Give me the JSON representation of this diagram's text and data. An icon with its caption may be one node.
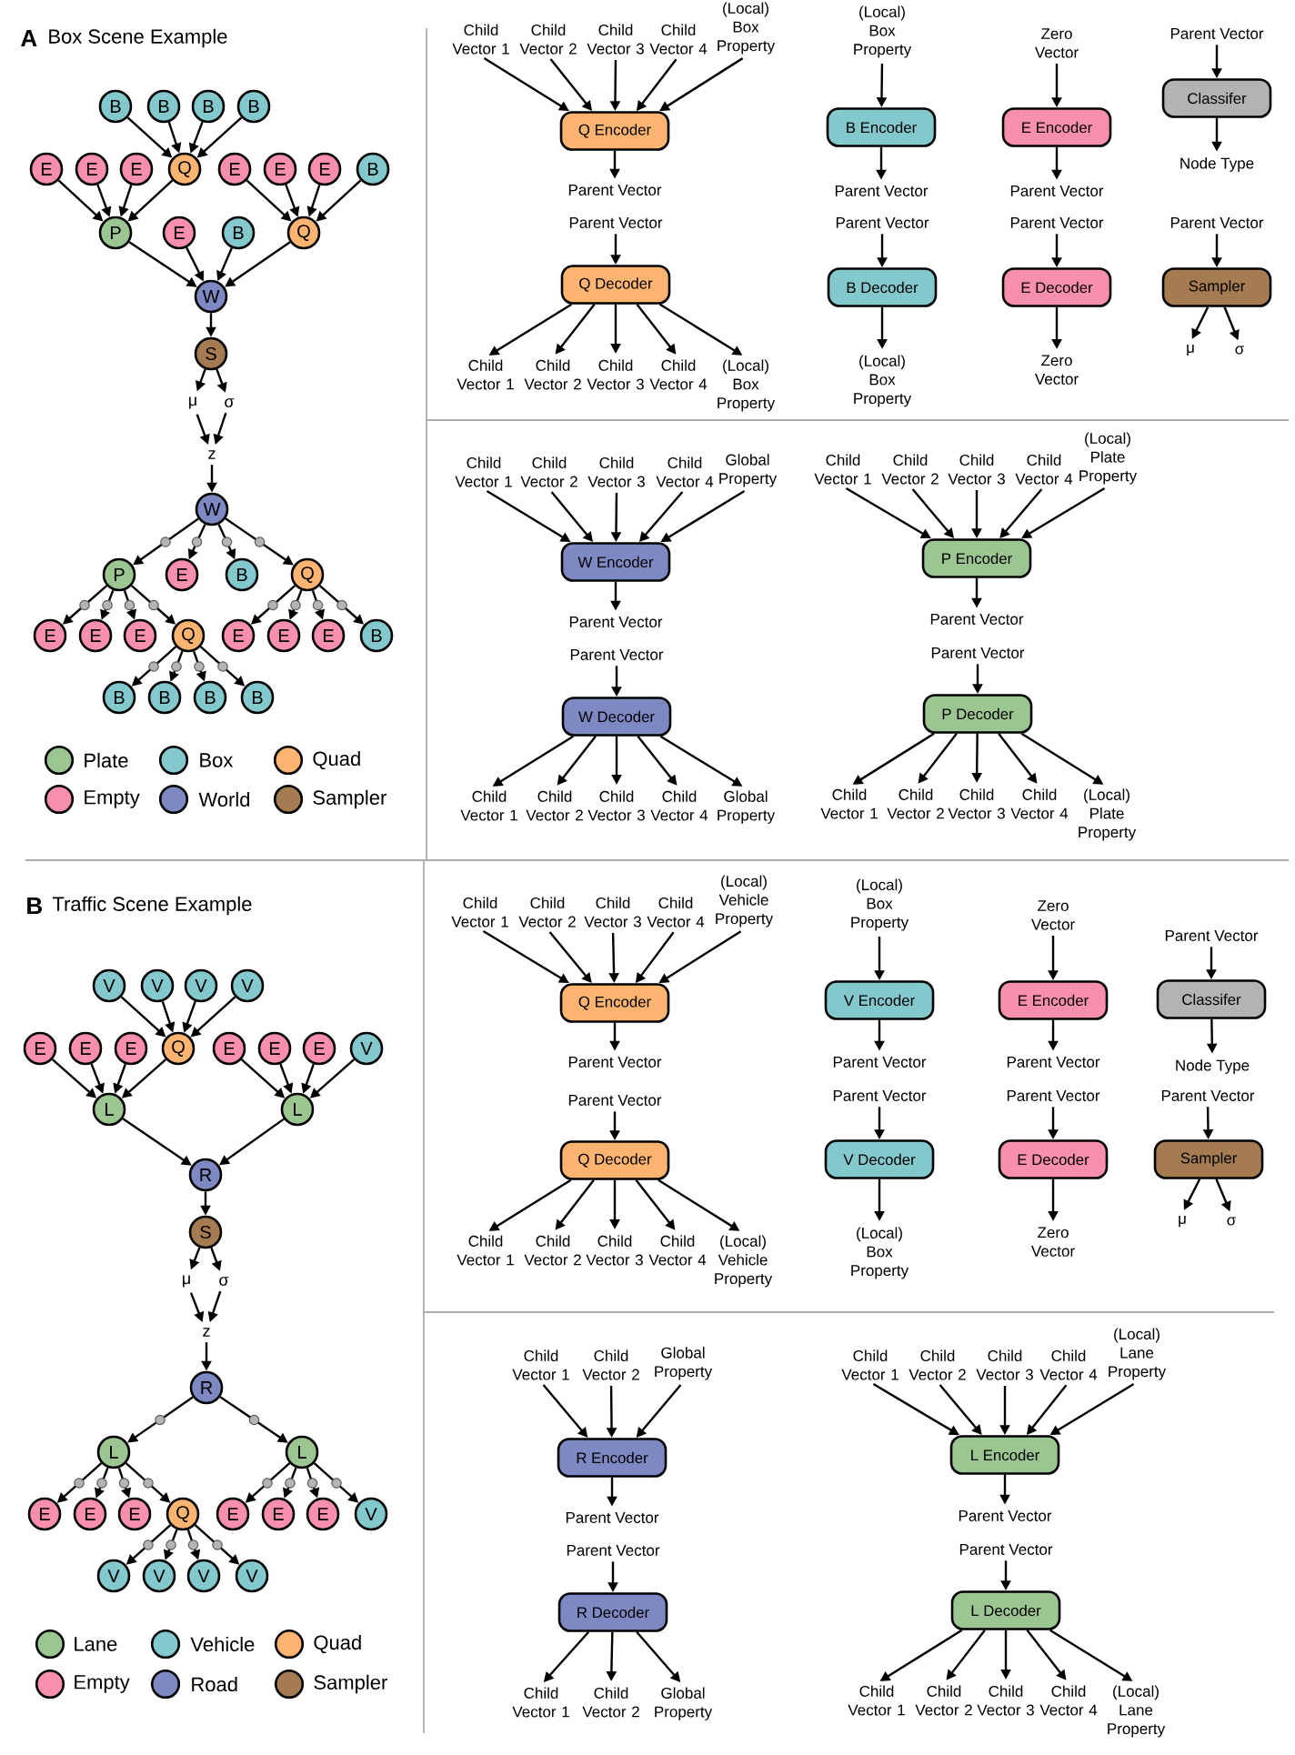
{
  "diagram": {
    "labels": [
      "A",
      "Box Scene Example",
      "B",
      "Traffic Scene Example"
    ],
    "nodes": [
      {
        "text": [
          "B"
        ]
      },
      {
        "text": [
          "B"
        ]
      },
      {
        "text": [
          "B"
        ]
      },
      {
        "text": [
          "B"
        ]
      },
      {
        "text": [
          "E"
        ]
      },
      {
        "text": [
          "E"
        ]
      },
      {
        "text": [
          "E"
        ]
      },
      {
        "text": [
          "Q"
        ]
      },
      {
        "text": [
          "E"
        ]
      },
      {
        "text": [
          "E"
        ]
      },
      {
        "text": [
          "E"
        ]
      },
      {
        "text": [
          "B"
        ]
      },
      {
        "text": [
          "P"
        ]
      },
      {
        "text": [
          "E"
        ]
      },
      {
        "text": [
          "B"
        ]
      },
      {
        "text": [
          "Q"
        ]
      },
      {
        "text": [
          "W"
        ]
      },
      {
        "text": [
          "S"
        ]
      },
      {
        "text": [
          "μ"
        ]
      },
      {
        "text": [
          "σ"
        ]
      },
      {
        "text": [
          "z"
        ]
      },
      {
        "text": [
          "W"
        ]
      },
      {
        "text": [
          "P"
        ]
      },
      {
        "text": [
          "E"
        ]
      },
      {
        "text": [
          "B"
        ]
      },
      {
        "text": [
          "Q"
        ]
      },
      {
        "text": [
          "E"
        ]
      },
      {
        "text": [
          "E"
        ]
      },
      {
        "text": [
          "E"
        ]
      },
      {
        "text": [
          "Q"
        ]
      },
      {
        "text": [
          "E"
        ]
      },
      {
        "text": [
          "E"
        ]
      },
      {
        "text": [
          "E"
        ]
      },
      {
        "text": [
          "B"
        ]
      },
      {
        "text": [
          "B"
        ]
      },
      {
        "text": [
          "B"
        ]
      },
      {
        "text": [
          "B"
        ]
      },
      {
        "text": [
          "B"
        ]
      },
      {
        "text": [
          "V"
        ]
      },
      {
        "text": [
          "V"
        ]
      },
      {
        "text": [
          "V"
        ]
      },
      {
        "text": [
          "V"
        ]
      },
      {
        "text": [
          "E"
        ]
      },
      {
        "text": [
          "E"
        ]
      },
      {
        "text": [
          "E"
        ]
      },
      {
        "text": [
          "Q"
        ]
      },
      {
        "text": [
          "E"
        ]
      },
      {
        "text": [
          "E"
        ]
      },
      {
        "text": [
          "E"
        ]
      },
      {
        "text": [
          "V"
        ]
      },
      {
        "text": [
          "L"
        ]
      },
      {
        "text": [
          "L"
        ]
      },
      {
        "text": [
          "R"
        ]
      },
      {
        "text": [
          "S"
        ]
      },
      {
        "text": [
          "μ"
        ]
      },
      {
        "text": [
          "σ"
        ]
      },
      {
        "text": [
          "z"
        ]
      },
      {
        "text": [
          "R"
        ]
      },
      {
        "text": [
          "L"
        ]
      },
      {
        "text": [
          "L"
        ]
      },
      {
        "text": [
          "E"
        ]
      },
      {
        "text": [
          "E"
        ]
      },
      {
        "text": [
          "E"
        ]
      },
      {
        "text": [
          "Q"
        ]
      },
      {
        "text": [
          "E"
        ]
      },
      {
        "text": [
          "E"
        ]
      },
      {
        "text": [
          "E"
        ]
      },
      {
        "text": [
          "V"
        ]
      },
      {
        "text": [
          "V"
        ]
      },
      {
        "text": [
          "V"
        ]
      },
      {
        "text": [
          "V"
        ]
      },
      {
        "text": [
          "V"
        ]
      },
      {
        "text": [
          "Child Vector 1"
        ]
      },
      {
        "text": [
          "Child Vector 2"
        ]
      },
      {
        "text": [
          "Child Vector 3"
        ]
      },
      {
        "text": [
          "Child Vector 4"
        ]
      },
      {
        "text": [
          "(Local) Box Property"
        ]
      },
      {
        "text": [
          "Q Encoder"
        ]
      },
      {
        "text": [
          "Parent Vector"
        ]
      },
      {
        "text": [
          "Parent Vector"
        ]
      },
      {
        "text": [
          "Q Decoder"
        ]
      },
      {
        "text": [
          "Child Vector 1"
        ]
      },
      {
        "text": [
          "Child Vector 2"
        ]
      },
      {
        "text": [
          "Child Vector 3"
        ]
      },
      {
        "text": [
          "Child Vector 4"
        ]
      },
      {
        "text": [
          "(Local) Box Property"
        ]
      },
      {
        "text": [
          "(Local) Box Property"
        ]
      },
      {
        "text": [
          "B Encoder"
        ]
      },
      {
        "text": [
          "Parent Vector"
        ]
      },
      {
        "text": [
          "Parent Vector"
        ]
      },
      {
        "text": [
          "B Decoder"
        ]
      },
      {
        "text": [
          "(Local) Box Property"
        ]
      },
      {
        "text": [
          "Zero Vector"
        ]
      },
      {
        "text": [
          "E Encoder"
        ]
      },
      {
        "text": [
          "Parent Vector"
        ]
      },
      {
        "text": [
          "Parent Vector"
        ]
      },
      {
        "text": [
          "E Decoder"
        ]
      },
      {
        "text": [
          "Zero Vector"
        ]
      },
      {
        "text": [
          "Parent Vector"
        ]
      },
      {
        "text": [
          "Classifer"
        ]
      },
      {
        "text": [
          "Node Type"
        ]
      },
      {
        "text": [
          "Parent Vector"
        ]
      },
      {
        "text": [
          "Sampler"
        ]
      },
      {
        "text": [
          "μ"
        ]
      },
      {
        "text": [
          "σ"
        ]
      },
      {
        "text": [
          "Child Vector 1"
        ]
      },
      {
        "text": [
          "Child Vector 2"
        ]
      },
      {
        "text": [
          "Child Vector 3"
        ]
      },
      {
        "text": [
          "Child Vector 4"
        ]
      },
      {
        "text": [
          "Global Property"
        ]
      },
      {
        "text": [
          "W Encoder"
        ]
      },
      {
        "text": [
          "Parent Vector"
        ]
      },
      {
        "text": [
          "Parent Vector"
        ]
      },
      {
        "text": [
          "W Decoder"
        ]
      },
      {
        "text": [
          "Child Vector 1"
        ]
      },
      {
        "text": [
          "Child Vector 2"
        ]
      },
      {
        "text": [
          "Child Vector 3"
        ]
      },
      {
        "text": [
          "Child Vector 4"
        ]
      },
      {
        "text": [
          "Global Property"
        ]
      },
      {
        "text": [
          "Child Vector 1"
        ]
      },
      {
        "text": [
          "Child Vector 2"
        ]
      },
      {
        "text": [
          "Child Vector 3"
        ]
      },
      {
        "text": [
          "Child Vector 4"
        ]
      },
      {
        "text": [
          "(Local) Plate Property"
        ]
      },
      {
        "text": [
          "P Encoder"
        ]
      },
      {
        "text": [
          "Parent Vector"
        ]
      },
      {
        "text": [
          "Parent Vector"
        ]
      },
      {
        "text": [
          "P Decoder"
        ]
      },
      {
        "text": [
          "Child Vector 1"
        ]
      },
      {
        "text": [
          "Child Vector 2"
        ]
      },
      {
        "text": [
          "Child Vector 3"
        ]
      },
      {
        "text": [
          "Child Vector 4"
        ]
      },
      {
        "text": [
          "(Local) Plate Property"
        ]
      },
      {
        "text": [
          "Child Vector 1"
        ]
      },
      {
        "text": [
          "Child Vector 2"
        ]
      },
      {
        "text": [
          "Child Vector 3"
        ]
      },
      {
        "text": [
          "Child Vector 4"
        ]
      },
      {
        "text": [
          "(Local) Vehicle Property"
        ]
      },
      {
        "text": [
          "Q Encoder"
        ]
      },
      {
        "text": [
          "Parent Vector"
        ]
      },
      {
        "text": [
          "Parent Vector"
        ]
      },
      {
        "text": [
          "Q Decoder"
        ]
      },
      {
        "text": [
          "Child Vector 1"
        ]
      },
      {
        "text": [
          "Child Vector 2"
        ]
      },
      {
        "text": [
          "Child Vector 3"
        ]
      },
      {
        "text": [
          "Child Vector 4"
        ]
      },
      {
        "text": [
          "(Local) Vehicle Property"
        ]
      },
      {
        "text": [
          "(Local) Box Property"
        ]
      },
      {
        "text": [
          "V Encoder"
        ]
      },
      {
        "text": [
          "Parent Vector"
        ]
      },
      {
        "text": [
          "Parent Vector"
        ]
      },
      {
        "text": [
          "V Decoder"
        ]
      },
      {
        "text": [
          "(Local) Box Property"
        ]
      },
      {
        "text": [
          "Zero Vector"
        ]
      },
      {
        "text": [
          "E Encoder"
        ]
      },
      {
        "text": [
          "Parent Vector"
        ]
      },
      {
        "text": [
          "Parent Vector"
        ]
      },
      {
        "text": [
          "E Decoder"
        ]
      },
      {
        "text": [
          "Zero Vector"
        ]
      },
      {
        "text": [
          "Parent Vector"
        ]
      },
      {
        "text": [
          "Classifer"
        ]
      },
      {
        "text": [
          "Node Type"
        ]
      },
      {
        "text": [
          "Parent Vector"
        ]
      },
      {
        "text": [
          "Sampler"
        ]
      },
      {
        "text": [
          "μ"
        ]
      },
      {
        "text": [
          "σ"
        ]
      },
      {
        "text": [
          "Child Vector 1"
        ]
      },
      {
        "text": [
          "Child Vector 2"
        ]
      },
      {
        "text": [
          "Global Property"
        ]
      },
      {
        "text": [
          "R Encoder"
        ]
      },
      {
        "text": [
          "Parent Vector"
        ]
      },
      {
        "text": [
          "Parent Vector"
        ]
      },
      {
        "text": [
          "R Decoder"
        ]
      },
      {
        "text": [
          "Child Vector 1"
        ]
      },
      {
        "text": [
          "Child Vector 2"
        ]
      },
      {
        "text": [
          "Global Property"
        ]
      },
      {
        "text": [
          "Child Vector 1"
        ]
      },
      {
        "text": [
          "Child Vector 2"
        ]
      },
      {
        "text": [
          "Child Vector 3"
        ]
      },
      {
        "text": [
          "Child Vector 4"
        ]
      },
      {
        "text": [
          "(Local) Lane Property"
        ]
      },
      {
        "text": [
          "L Encoder"
        ]
      },
      {
        "text": [
          "Parent Vector"
        ]
      },
      {
        "text": [
          "Parent Vector"
        ]
      },
      {
        "text": [
          "L Decoder"
        ]
      },
      {
        "text": [
          "Child Vector 1"
        ]
      },
      {
        "text": [
          "Child Vector 2"
        ]
      },
      {
        "text": [
          "Child Vector 3"
        ]
      },
      {
        "text": [
          "Child Vector 4"
        ]
      },
      {
        "text": [
          "(Local) Lane Property"
        ]
      }
    ],
    "edges": [
      {
        "from": 0,
        "to": 7,
        "arrow": "to"
      },
      {
        "from": 1,
        "to": 7,
        "arrow": "to"
      },
      {
        "from": 2,
        "to": 7,
        "arrow": "to"
      },
      {
        "from": 3,
        "to": 7,
        "arrow": "to"
      },
      {
        "from": 4,
        "to": 12,
        "arrow": "to"
      },
      {
        "from": 5,
        "to": 12,
        "arrow": "to"
      },
      {
        "from": 6,
        "to": 12,
        "arrow": "to"
      },
      {
        "from": 7,
        "to": 12,
        "arrow": "to"
      },
      {
        "from": 8,
        "to": 15,
        "arrow": "to"
      },
      {
        "from": 9,
        "to": 15,
        "arrow": "to"
      },
      {
        "from": 10,
        "to": 15,
        "arrow": "to"
      },
      {
        "from": 11,
        "to": 15,
        "arrow": "to"
      },
      {
        "from": 12,
        "to": 16,
        "arrow": "to"
      },
      {
        "from": 13,
        "to": 16,
        "arrow": "to"
      },
      {
        "from": 14,
        "to": 16,
        "arrow": "to"
      },
      {
        "from": 15,
        "to": 16,
        "arrow": "to"
      },
      {
        "from": 16,
        "to": 17,
        "arrow": "to"
      },
      {
        "from": 17,
        "to": 18,
        "arrow": "to"
      },
      {
        "from": 17,
        "to": 19,
        "arrow": "to"
      },
      {
        "from": 18,
        "to": 20,
        "arrow": "to"
      },
      {
        "from": 19,
        "to": 20,
        "arrow": "to"
      },
      {
        "from": 20,
        "to": 21,
        "arrow": "to"
      },
      {
        "from": 21,
        "to": 22,
        "arrow": "to"
      },
      {
        "from": 21,
        "to": 23,
        "arrow": "to"
      },
      {
        "from": 21,
        "to": 24,
        "arrow": "to"
      },
      {
        "from": 21,
        "to": 25,
        "arrow": "to"
      },
      {
        "from": 22,
        "to": 26,
        "arrow": "to"
      },
      {
        "from": 22,
        "to": 27,
        "arrow": "to"
      },
      {
        "from": 22,
        "to": 28,
        "arrow": "to"
      },
      {
        "from": 22,
        "to": 29,
        "arrow": "to"
      },
      {
        "from": 25,
        "to": 30,
        "arrow": "to"
      },
      {
        "from": 25,
        "to": 31,
        "arrow": "to"
      },
      {
        "from": 25,
        "to": 32,
        "arrow": "to"
      },
      {
        "from": 25,
        "to": 33,
        "arrow": "to"
      },
      {
        "from": 29,
        "to": 34,
        "arrow": "to"
      },
      {
        "from": 29,
        "to": 35,
        "arrow": "to"
      },
      {
        "from": 29,
        "to": 36,
        "arrow": "to"
      },
      {
        "from": 29,
        "to": 37,
        "arrow": "to"
      },
      {
        "from": 38,
        "to": 45,
        "arrow": "to"
      },
      {
        "from": 39,
        "to": 45,
        "arrow": "to"
      },
      {
        "from": 40,
        "to": 45,
        "arrow": "to"
      },
      {
        "from": 41,
        "to": 45,
        "arrow": "to"
      },
      {
        "from": 42,
        "to": 50,
        "arrow": "to"
      },
      {
        "from": 43,
        "to": 50,
        "arrow": "to"
      },
      {
        "from": 44,
        "to": 50,
        "arrow": "to"
      },
      {
        "from": 45,
        "to": 50,
        "arrow": "to"
      },
      {
        "from": 46,
        "to": 51,
        "arrow": "to"
      },
      {
        "from": 47,
        "to": 51,
        "arrow": "to"
      },
      {
        "from": 48,
        "to": 51,
        "arrow": "to"
      },
      {
        "from": 49,
        "to": 51,
        "arrow": "to"
      },
      {
        "from": 50,
        "to": 52,
        "arrow": "to"
      },
      {
        "from": 51,
        "to": 52,
        "arrow": "to"
      },
      {
        "from": 52,
        "to": 53,
        "arrow": "to"
      },
      {
        "from": 53,
        "to": 54,
        "arrow": "to"
      },
      {
        "from": 53,
        "to": 55,
        "arrow": "to"
      },
      {
        "from": 54,
        "to": 56,
        "arrow": "to"
      },
      {
        "from": 55,
        "to": 56,
        "arrow": "to"
      },
      {
        "from": 56,
        "to": 57,
        "arrow": "to"
      },
      {
        "from": 57,
        "to": 58,
        "arrow": "to"
      },
      {
        "from": 57,
        "to": 59,
        "arrow": "to"
      },
      {
        "from": 58,
        "to": 60,
        "arrow": "to"
      },
      {
        "from": 58,
        "to": 61,
        "arrow": "to"
      },
      {
        "from": 58,
        "to": 62,
        "arrow": "to"
      },
      {
        "from": 58,
        "to": 63,
        "arrow": "to"
      },
      {
        "from": 59,
        "to": 64,
        "arrow": "to"
      },
      {
        "from": 59,
        "to": 65,
        "arrow": "to"
      },
      {
        "from": 59,
        "to": 66,
        "arrow": "to"
      },
      {
        "from": 59,
        "to": 67,
        "arrow": "to"
      },
      {
        "from": 63,
        "to": 68,
        "arrow": "to"
      },
      {
        "from": 63,
        "to": 69,
        "arrow": "to"
      },
      {
        "from": 63,
        "to": 70,
        "arrow": "to"
      },
      {
        "from": 63,
        "to": 71,
        "arrow": "to"
      },
      {
        "from": 72,
        "to": 77,
        "arrow": "to"
      },
      {
        "from": 73,
        "to": 77,
        "arrow": "to"
      },
      {
        "from": 74,
        "to": 77,
        "arrow": "to"
      },
      {
        "from": 75,
        "to": 77,
        "arrow": "to"
      },
      {
        "from": 76,
        "to": 77,
        "arrow": "to"
      },
      {
        "from": 77,
        "to": 78,
        "arrow": "to"
      },
      {
        "from": 79,
        "to": 80,
        "arrow": "to"
      },
      {
        "from": 80,
        "to": 81,
        "arrow": "to"
      },
      {
        "from": 80,
        "to": 82,
        "arrow": "to"
      },
      {
        "from": 80,
        "to": 83,
        "arrow": "to"
      },
      {
        "from": 80,
        "to": 84,
        "arrow": "to"
      },
      {
        "from": 80,
        "to": 85,
        "arrow": "to"
      },
      {
        "from": 86,
        "to": 87,
        "arrow": "to"
      },
      {
        "from": 87,
        "to": 88,
        "arrow": "to"
      },
      {
        "from": 89,
        "to": 90,
        "arrow": "to"
      },
      {
        "from": 90,
        "to": 91,
        "arrow": "to"
      },
      {
        "from": 92,
        "to": 93,
        "arrow": "to"
      },
      {
        "from": 93,
        "to": 94,
        "arrow": "to"
      },
      {
        "from": 95,
        "to": 96,
        "arrow": "to"
      },
      {
        "from": 96,
        "to": 97,
        "arrow": "to"
      },
      {
        "from": 98,
        "to": 99,
        "arrow": "to"
      },
      {
        "from": 99,
        "to": 100,
        "arrow": "to"
      },
      {
        "from": 101,
        "to": 102,
        "arrow": "to"
      },
      {
        "from": 102,
        "to": 103,
        "arrow": "to"
      },
      {
        "from": 102,
        "to": 104,
        "arrow": "to"
      },
      {
        "from": 105,
        "to": 110,
        "arrow": "to"
      },
      {
        "from": 106,
        "to": 110,
        "arrow": "to"
      },
      {
        "from": 107,
        "to": 110,
        "arrow": "to"
      },
      {
        "from": 108,
        "to": 110,
        "arrow": "to"
      },
      {
        "from": 109,
        "to": 110,
        "arrow": "to"
      },
      {
        "from": 110,
        "to": 111,
        "arrow": "to"
      },
      {
        "from": 112,
        "to": 113,
        "arrow": "to"
      },
      {
        "from": 113,
        "to": 114,
        "arrow": "to"
      },
      {
        "from": 113,
        "to": 115,
        "arrow": "to"
      },
      {
        "from": 113,
        "to": 116,
        "arrow": "to"
      },
      {
        "from": 113,
        "to": 117,
        "arrow": "to"
      },
      {
        "from": 113,
        "to": 118,
        "arrow": "to"
      },
      {
        "from": 119,
        "to": 124,
        "arrow": "to"
      },
      {
        "from": 120,
        "to": 124,
        "arrow": "to"
      },
      {
        "from": 121,
        "to": 124,
        "arrow": "to"
      },
      {
        "from": 122,
        "to": 124,
        "arrow": "to"
      },
      {
        "from": 123,
        "to": 124,
        "arrow": "to"
      },
      {
        "from": 124,
        "to": 125,
        "arrow": "to"
      },
      {
        "from": 126,
        "to": 127,
        "arrow": "to"
      },
      {
        "from": 127,
        "to": 128,
        "arrow": "to"
      },
      {
        "from": 127,
        "to": 129,
        "arrow": "to"
      },
      {
        "from": 127,
        "to": 130,
        "arrow": "to"
      },
      {
        "from": 127,
        "to": 131,
        "arrow": "to"
      },
      {
        "from": 127,
        "to": 132,
        "arrow": "to"
      },
      {
        "from": 133,
        "to": 138,
        "arrow": "to"
      },
      {
        "from": 134,
        "to": 138,
        "arrow": "to"
      },
      {
        "from": 135,
        "to": 138,
        "arrow": "to"
      },
      {
        "from": 136,
        "to": 138,
        "arrow": "to"
      },
      {
        "from": 137,
        "to": 138,
        "arrow": "to"
      },
      {
        "from": 138,
        "to": 139,
        "arrow": "to"
      },
      {
        "from": 140,
        "to": 141,
        "arrow": "to"
      },
      {
        "from": 141,
        "to": 142,
        "arrow": "to"
      },
      {
        "from": 141,
        "to": 143,
        "arrow": "to"
      },
      {
        "from": 141,
        "to": 144,
        "arrow": "to"
      },
      {
        "from": 141,
        "to": 145,
        "arrow": "to"
      },
      {
        "from": 141,
        "to": 146,
        "arrow": "to"
      },
      {
        "from": 147,
        "to": 148,
        "arrow": "to"
      },
      {
        "from": 148,
        "to": 149,
        "arrow": "to"
      },
      {
        "from": 150,
        "to": 151,
        "arrow": "to"
      },
      {
        "from": 151,
        "to": 152,
        "arrow": "to"
      },
      {
        "from": 153,
        "to": 154,
        "arrow": "to"
      },
      {
        "from": 154,
        "to": 155,
        "arrow": "to"
      },
      {
        "from": 156,
        "to": 157,
        "arrow": "to"
      },
      {
        "from": 157,
        "to": 158,
        "arrow": "to"
      },
      {
        "from": 159,
        "to": 160,
        "arrow": "to"
      },
      {
        "from": 160,
        "to": 161,
        "arrow": "to"
      },
      {
        "from": 162,
        "to": 163,
        "arrow": "to"
      },
      {
        "from": 163,
        "to": 164,
        "arrow": "to"
      },
      {
        "from": 163,
        "to": 165,
        "arrow": "to"
      },
      {
        "from": 166,
        "to": 169,
        "arrow": "to"
      },
      {
        "from": 167,
        "to": 169,
        "arrow": "to"
      },
      {
        "from": 168,
        "to": 169,
        "arrow": "to"
      },
      {
        "from": 169,
        "to": 170,
        "arrow": "to"
      },
      {
        "from": 171,
        "to": 172,
        "arrow": "to"
      },
      {
        "from": 172,
        "to": 173,
        "arrow": "to"
      },
      {
        "from": 172,
        "to": 174,
        "arrow": "to"
      },
      {
        "from": 172,
        "to": 175,
        "arrow": "to"
      },
      {
        "from": 176,
        "to": 181,
        "arrow": "to"
      },
      {
        "from": 177,
        "to": 181,
        "arrow": "to"
      },
      {
        "from": 178,
        "to": 181,
        "arrow": "to"
      },
      {
        "from": 179,
        "to": 181,
        "arrow": "to"
      },
      {
        "from": 180,
        "to": 181,
        "arrow": "to"
      },
      {
        "from": 181,
        "to": 182,
        "arrow": "to"
      },
      {
        "from": 183,
        "to": 184,
        "arrow": "to"
      },
      {
        "from": 184,
        "to": 185,
        "arrow": "to"
      },
      {
        "from": 184,
        "to": 186,
        "arrow": "to"
      },
      {
        "from": 184,
        "to": 187,
        "arrow": "to"
      },
      {
        "from": 184,
        "to": 188,
        "arrow": "to"
      },
      {
        "from": 184,
        "to": 189,
        "arrow": "to"
      }
    ],
    "legend": [
      {
        "text": "Plate",
        "color": "#9bc692"
      },
      {
        "text": "Box",
        "color": "#83c8cd"
      },
      {
        "text": "Quad",
        "color": "#fdb470"
      },
      {
        "text": "Empty",
        "color": "#f88fac"
      },
      {
        "text": "World",
        "color": "#7e88c2"
      },
      {
        "text": "Sampler",
        "color": "#a57c52"
      },
      {
        "text": "Lane",
        "color": "#9bc692"
      },
      {
        "text": "Vehicle",
        "color": "#83c8cd"
      },
      {
        "text": "Quad",
        "color": "#fdb470"
      },
      {
        "text": "Empty",
        "color": "#f88fac"
      },
      {
        "text": "Road",
        "color": "#7e88c2"
      },
      {
        "text": "Sampler",
        "color": "#a57c52"
      }
    ]
  }
}
